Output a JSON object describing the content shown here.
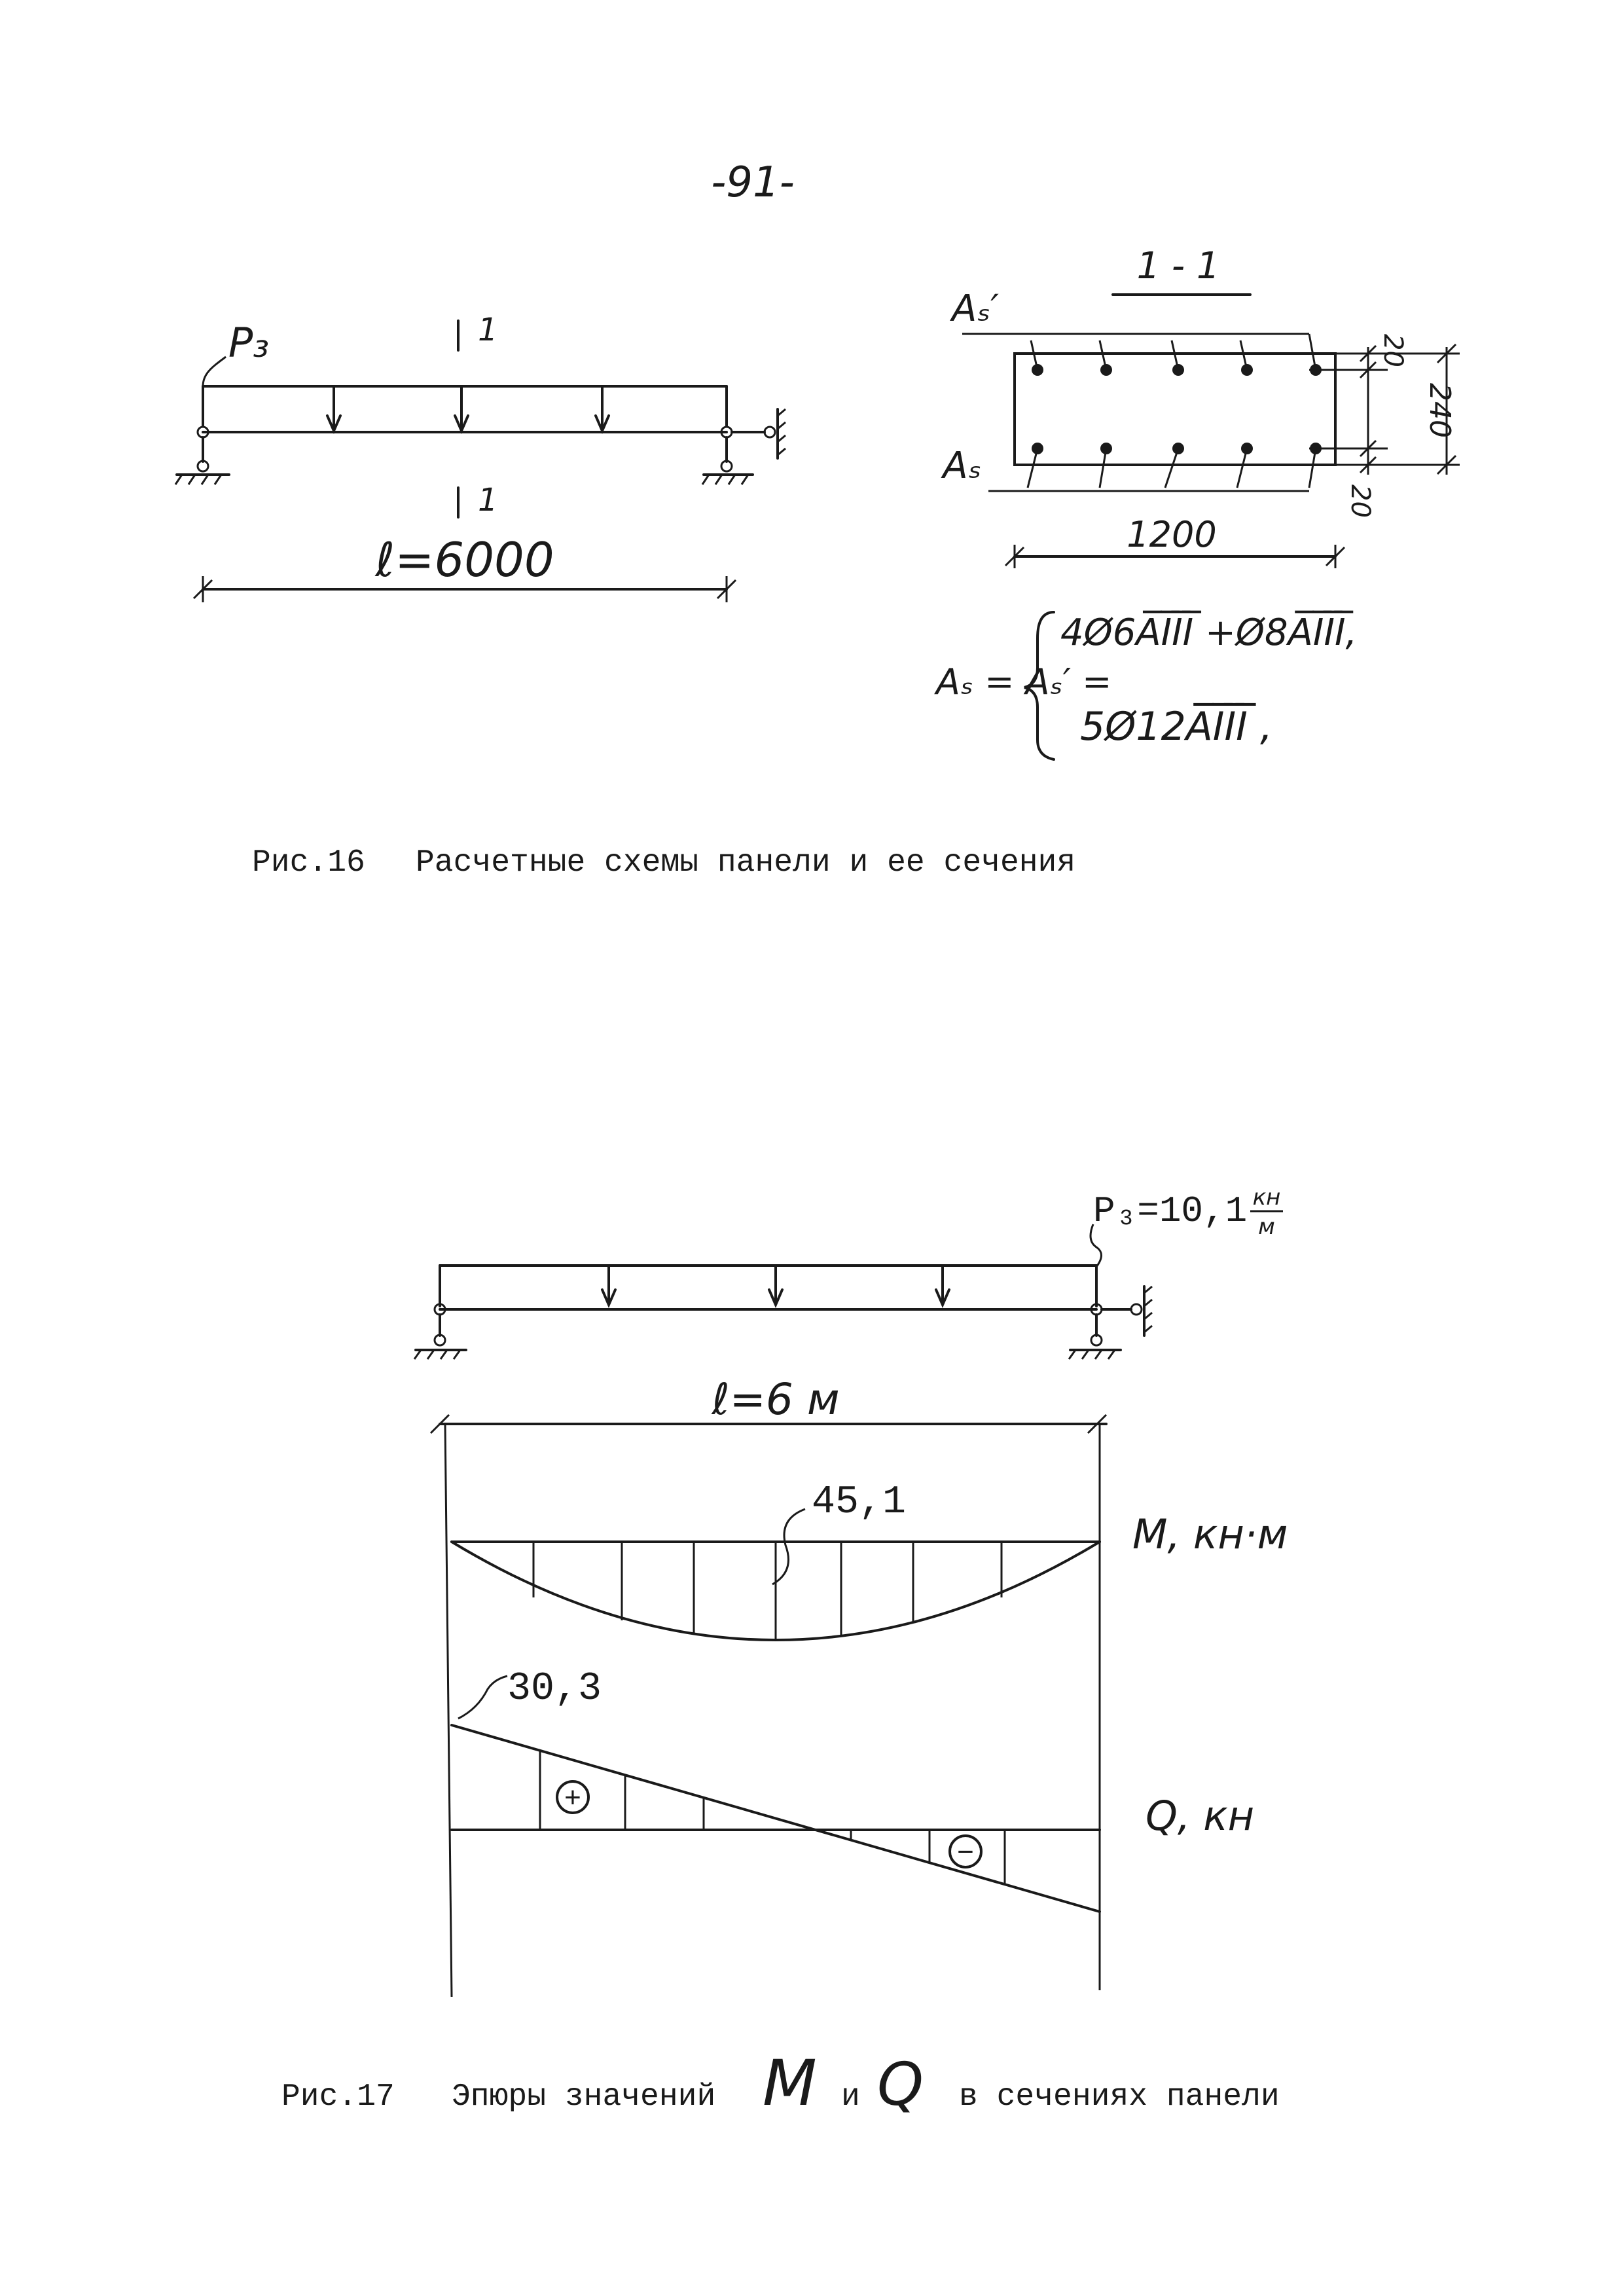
{
  "page_number": "-91-",
  "fig16": {
    "caption_num": "Рис.16",
    "caption_text": "Расчетные схемы панели и ее сечения",
    "load_label": "P₃",
    "section_mark_top": "1",
    "section_mark_bottom": "1",
    "span_label": "ℓ=6000",
    "section_title": "1 - 1",
    "As_top_label": "Aₛ′",
    "As_bottom_label": "Aₛ",
    "dim_20_top": "20",
    "dim_240": "240",
    "dim_20_bottom": "20",
    "dim_1200": "1200",
    "reinf_formula_lhs": "Aₛ = Aₛ′ =",
    "reinf_option_1": "4Ø6A̅I̅I̅I̅ +Ø8A̅I̅I̅I̅,",
    "reinf_option_2": "5Ø12A̅I̅I̅I̅ ,"
  },
  "fig17": {
    "caption_num": "Рис.17",
    "caption_text_1": "Эпюры значений",
    "caption_M": "M",
    "caption_and": "и",
    "caption_Q": "Q",
    "caption_text_2": "в сечениях панели",
    "load_label": "P₃=10,1",
    "load_unit_num": "кн",
    "load_unit_den": "м",
    "span_label": "ℓ=6 м",
    "moment_max": "45,1",
    "moment_axis_label": "M, кн·м",
    "shear_max": "30,3",
    "shear_axis_label": "Q, кн",
    "plus_sign": "+",
    "minus_sign": "−"
  }
}
